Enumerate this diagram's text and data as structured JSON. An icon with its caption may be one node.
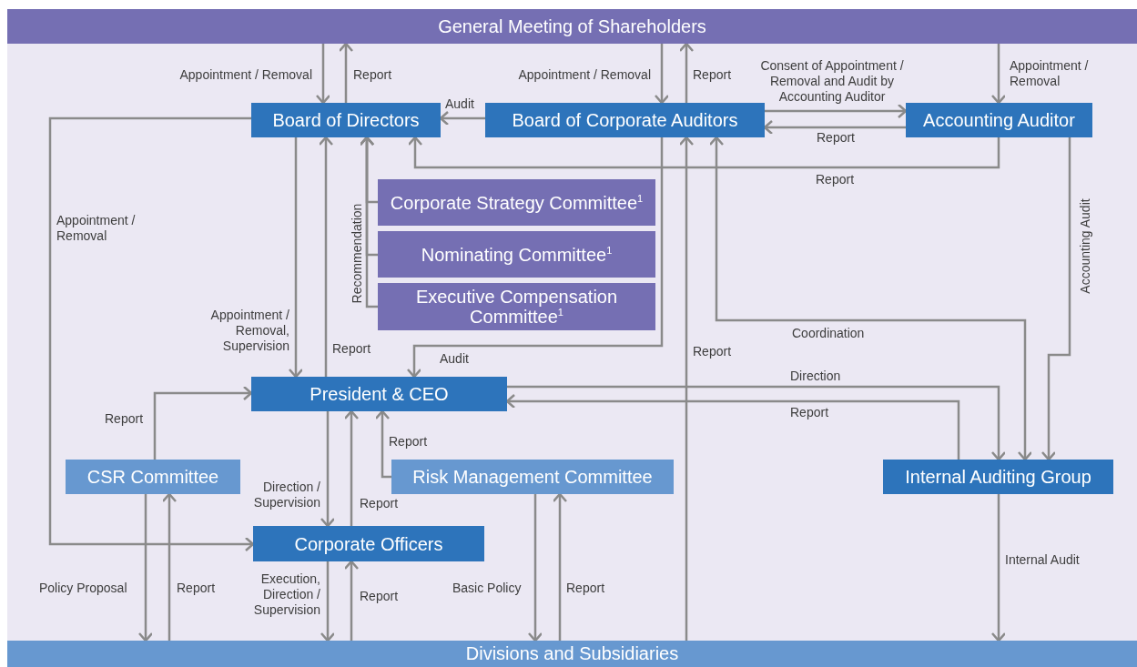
{
  "diagram": {
    "nodes": [
      {
        "text": [
          "General Meeting of Shareholders"
        ]
      },
      {
        "text": [
          "Board of Directors"
        ]
      },
      {
        "text": [
          "Board of Corporate Auditors"
        ]
      },
      {
        "text": [
          "Accounting Auditor"
        ]
      },
      {
        "text": [
          "Corporate Strategy Committee$^{1}$"
        ]
      },
      {
        "text": [
          "Nominating Committee$^{1}$"
        ]
      },
      {
        "text": [
          "Executive Compensation Committee$^{1}$"
        ]
      },
      {
        "text": [
          "President & CEO"
        ]
      },
      {
        "text": [
          "CSR Committee"
        ]
      },
      {
        "text": [
          "Risk Management Committee"
        ]
      },
      {
        "text": [
          "Internal Auditing Group"
        ]
      },
      {
        "text": [
          "Corporate Officers"
        ]
      },
      {
        "text": [
          "Divisions and Subsidiaries"
        ]
      }
    ],
    "edges": [
      {
        "from": 0,
        "to": 1,
        "arrow": "to",
        "label": "Appointment / Removal"
      },
      {
        "from": 1,
        "to": 0,
        "arrow": "to",
        "label": "Report"
      },
      {
        "from": 0,
        "to": 2,
        "arrow": "to",
        "label": "Appointment / Removal"
      },
      {
        "from": 2,
        "to": 0,
        "arrow": "to",
        "label": "Report"
      },
      {
        "from": 0,
        "to": 3,
        "arrow": "to",
        "label": "Appointment / Removal"
      },
      {
        "from": 2,
        "to": 1,
        "arrow": "to",
        "label": "Audit"
      },
      {
        "from": 2,
        "to": 3,
        "arrow": "to",
        "label": "Consent of Appointment / Removal and Audit by Accounting Auditor"
      },
      {
        "from": 3,
        "to": 2,
        "arrow": "to",
        "label": "Report"
      },
      {
        "from": 3,
        "to": 1,
        "arrow": "to",
        "label": "Report"
      },
      {
        "from": 3,
        "to": 10,
        "arrow": "to",
        "label": "Accounting Audit"
      },
      {
        "from": 10,
        "to": 2,
        "arrow": "both",
        "label": "Coordination"
      },
      {
        "from": 7,
        "to": 10,
        "arrow": "to",
        "label": "Direction"
      },
      {
        "from": 10,
        "to": 7,
        "arrow": "to",
        "label": "Report"
      },
      {
        "from": 1,
        "to": 7,
        "arrow": "to",
        "label": "Appointment / Removal, Supervision"
      },
      {
        "from": 7,
        "to": 1,
        "arrow": "to",
        "label": "Report"
      },
      {
        "from": 4,
        "to": 1,
        "arrow": "to"
      },
      {
        "from": 5,
        "to": 1,
        "arrow": "to",
        "label": "Recommendation"
      },
      {
        "from": 6,
        "to": 1,
        "arrow": "to"
      },
      {
        "from": 2,
        "to": 7,
        "arrow": "to",
        "label": "Audit"
      },
      {
        "from": 1,
        "to": 11,
        "arrow": "to",
        "label": "Appointment / Removal"
      },
      {
        "from": 8,
        "to": 7,
        "arrow": "to",
        "label": "Report"
      },
      {
        "from": 9,
        "to": 7,
        "arrow": "to",
        "label": "Report"
      },
      {
        "from": 7,
        "to": 11,
        "arrow": "to",
        "label": "Direction / Supervision"
      },
      {
        "from": 11,
        "to": 7,
        "arrow": "to",
        "label": "Report"
      },
      {
        "from": 8,
        "to": 12,
        "arrow": "to",
        "label": "Policy Proposal"
      },
      {
        "from": 12,
        "to": 8,
        "arrow": "to",
        "label": "Report"
      },
      {
        "from": 11,
        "to": 12,
        "arrow": "to",
        "label": "Execution, Direction / Supervision"
      },
      {
        "from": 12,
        "to": 11,
        "arrow": "to",
        "label": "Report"
      },
      {
        "from": 9,
        "to": 12,
        "arrow": "to",
        "label": "Basic Policy"
      },
      {
        "from": 12,
        "to": 9,
        "arrow": "to",
        "label": "Report"
      },
      {
        "from": 12,
        "to": 2,
        "arrow": "to",
        "label": "Report"
      },
      {
        "from": 10,
        "to": 12,
        "arrow": "to",
        "label": "Internal Audit"
      }
    ]
  }
}
